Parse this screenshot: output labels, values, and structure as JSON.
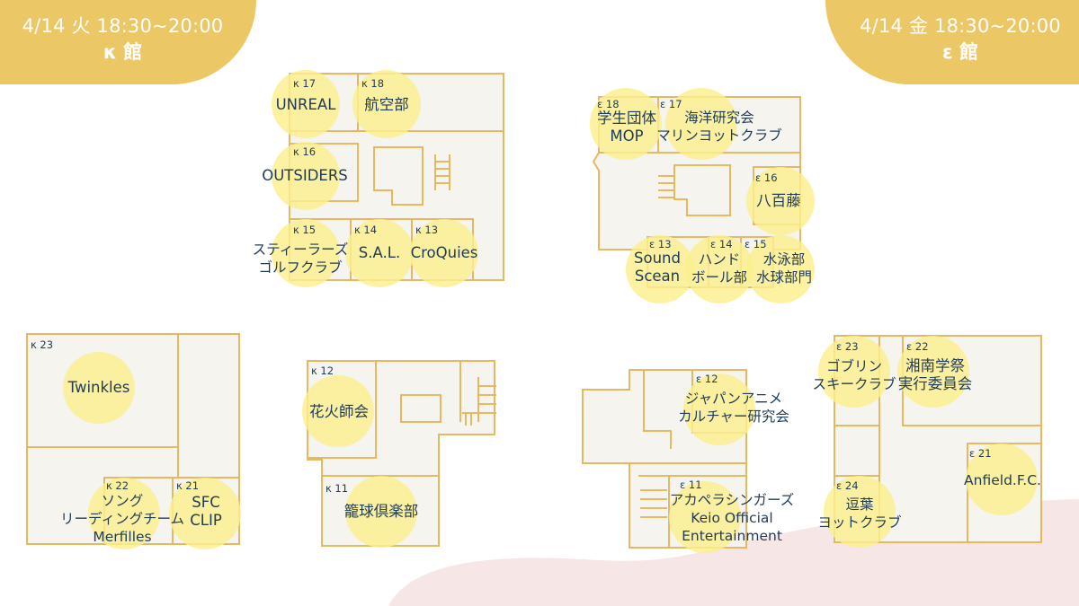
{
  "headers": {
    "left": {
      "date": "4/14 火 18:30~20:00",
      "building": "κ 館"
    },
    "right": {
      "date": "4/14 金 18:30~20:00",
      "building": "ε 館"
    }
  },
  "colors": {
    "accent": "#ecc766",
    "spot": "#fbef8e",
    "wall": "#e8b861",
    "floor": "#f5f4ef",
    "text": "#1f3b57",
    "blob": "#f7e6e6"
  },
  "rooms": {
    "k17": {
      "num": "κ 17",
      "lines": [
        "UNREAL"
      ]
    },
    "k18": {
      "num": "κ 18",
      "lines": [
        "航空部"
      ]
    },
    "k16": {
      "num": "κ 16",
      "lines": [
        "OUTSIDERS"
      ]
    },
    "k15": {
      "num": "κ 15",
      "lines": [
        "スティーラーズ",
        "ゴルフクラブ"
      ]
    },
    "k14": {
      "num": "κ 14",
      "lines": [
        "S.A.L."
      ]
    },
    "k13": {
      "num": "κ 13",
      "lines": [
        "CroQuies"
      ]
    },
    "e18": {
      "num": "ε 18",
      "lines": [
        "学生団体",
        "MOP"
      ]
    },
    "e17": {
      "num": "ε 17",
      "lines": [
        "海洋研究会",
        "マリンヨットクラブ"
      ]
    },
    "e16": {
      "num": "ε 16",
      "lines": [
        "八百藤"
      ]
    },
    "e13": {
      "num": "ε 13",
      "lines": [
        "Sound",
        "Scean"
      ]
    },
    "e14": {
      "num": "ε 14",
      "lines": [
        "ハンド",
        "ボール部"
      ]
    },
    "e15": {
      "num": "ε 15",
      "lines": [
        "水泳部",
        "水球部門"
      ]
    },
    "k23": {
      "num": "κ 23",
      "lines": [
        "Twinkles"
      ]
    },
    "k22": {
      "num": "κ 22",
      "lines": [
        "ソング",
        "リーディングチーム",
        "Merfilles"
      ]
    },
    "k21": {
      "num": "κ 21",
      "lines": [
        "SFC",
        "CLIP"
      ]
    },
    "k12": {
      "num": "κ 12",
      "lines": [
        "花火師会"
      ]
    },
    "k11": {
      "num": "κ 11",
      "lines": [
        "籠球倶楽部"
      ]
    },
    "e12": {
      "num": "ε 12",
      "lines": [
        "ジャパンアニメ",
        "カルチャー研究会"
      ]
    },
    "e11": {
      "num": "ε 11",
      "lines": [
        "アカペラシンガーズ",
        "Keio Official",
        "Entertainment"
      ]
    },
    "e23": {
      "num": "ε 23",
      "lines": [
        "ゴブリン",
        "スキークラブ"
      ]
    },
    "e22": {
      "num": "ε 22",
      "lines": [
        "湘南学祭",
        "実行委員会"
      ]
    },
    "e21": {
      "num": "ε 21",
      "lines": [
        "Anfield.F.C."
      ]
    },
    "e24": {
      "num": "ε 24",
      "lines": [
        "逗葉",
        "ヨットクラブ"
      ]
    }
  }
}
